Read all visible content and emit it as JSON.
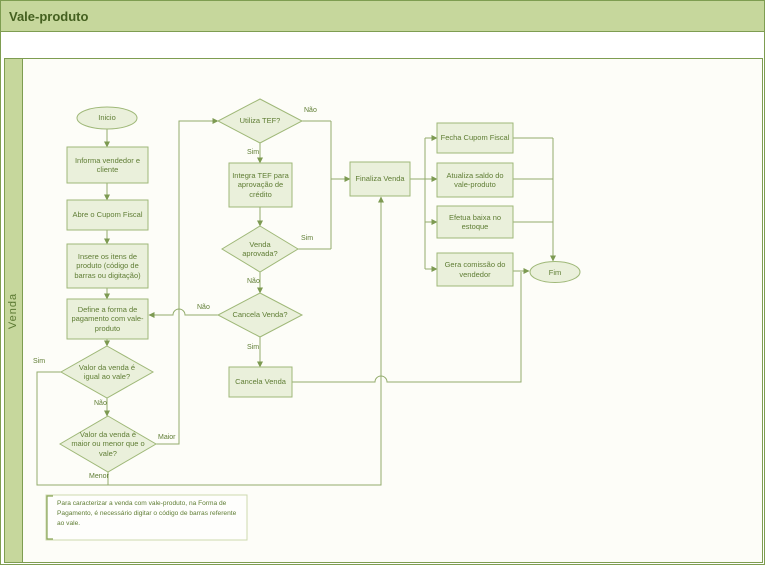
{
  "title": "Vale-produto",
  "lane": {
    "label": "Venda"
  },
  "nodes": {
    "inicio": {
      "label": "Inicio",
      "type": "start"
    },
    "informa": {
      "label": "Informa vendedor e cliente",
      "type": "process"
    },
    "abre": {
      "label": "Abre o Cupom Fiscal",
      "type": "process"
    },
    "insere": {
      "label": "Insere os itens de produto (código de barras ou digitação)",
      "type": "process"
    },
    "define": {
      "label": "Define a forma de pagamento com vale-produto",
      "type": "process"
    },
    "valor_igual": {
      "label": "Valor da venda é igual ao vale?",
      "type": "decision"
    },
    "valor_maior_menor": {
      "label": "Valor da venda é maior ou menor que o vale?",
      "type": "decision"
    },
    "utiliza_tef": {
      "label": "Utiliza TEF?",
      "type": "decision"
    },
    "integra_tef": {
      "label": "Integra TEF para aprovação de crédito",
      "type": "process"
    },
    "venda_aprovada": {
      "label": "Venda aprovada?",
      "type": "decision"
    },
    "cancela_venda_q": {
      "label": "Cancela Venda?",
      "type": "decision"
    },
    "cancela_venda": {
      "label": "Cancela Venda",
      "type": "process"
    },
    "finaliza": {
      "label": "Finaliza Venda",
      "type": "process"
    },
    "fecha_cupom": {
      "label": "Fecha Cupom Fiscal",
      "type": "process"
    },
    "atualiza_saldo": {
      "label": "Atualiza saldo do vale-produto",
      "type": "process"
    },
    "efetua_baixa": {
      "label": "Efetua baixa no estoque",
      "type": "process"
    },
    "gera_comissao": {
      "label": "Gera comissão do vendedor",
      "type": "process"
    },
    "fim": {
      "label": "Fim",
      "type": "end"
    }
  },
  "edge_labels": {
    "igual_sim": "Sim",
    "igual_nao": "Não",
    "maior": "Maior",
    "menor": "Menor",
    "tef_nao": "Não",
    "tef_sim": "Sim",
    "aprovada_sim": "Sim",
    "aprovada_nao": "Não",
    "cancela_nao": "Não",
    "cancela_sim": "Sim"
  },
  "note": {
    "text": "Para caracterizar a venda com vale-produto, na Forma de Pagamento, é necessário digitar o código de barras referente ao vale."
  },
  "colors": {
    "header_fill": "#c6d79c",
    "lane_fill": "#c6d79c",
    "frame_border": "#7e9d51",
    "shape_fill": "#eaf0db",
    "shape_border": "#9fb878",
    "connector": "#93ac6c",
    "text": "#5f7d34"
  }
}
